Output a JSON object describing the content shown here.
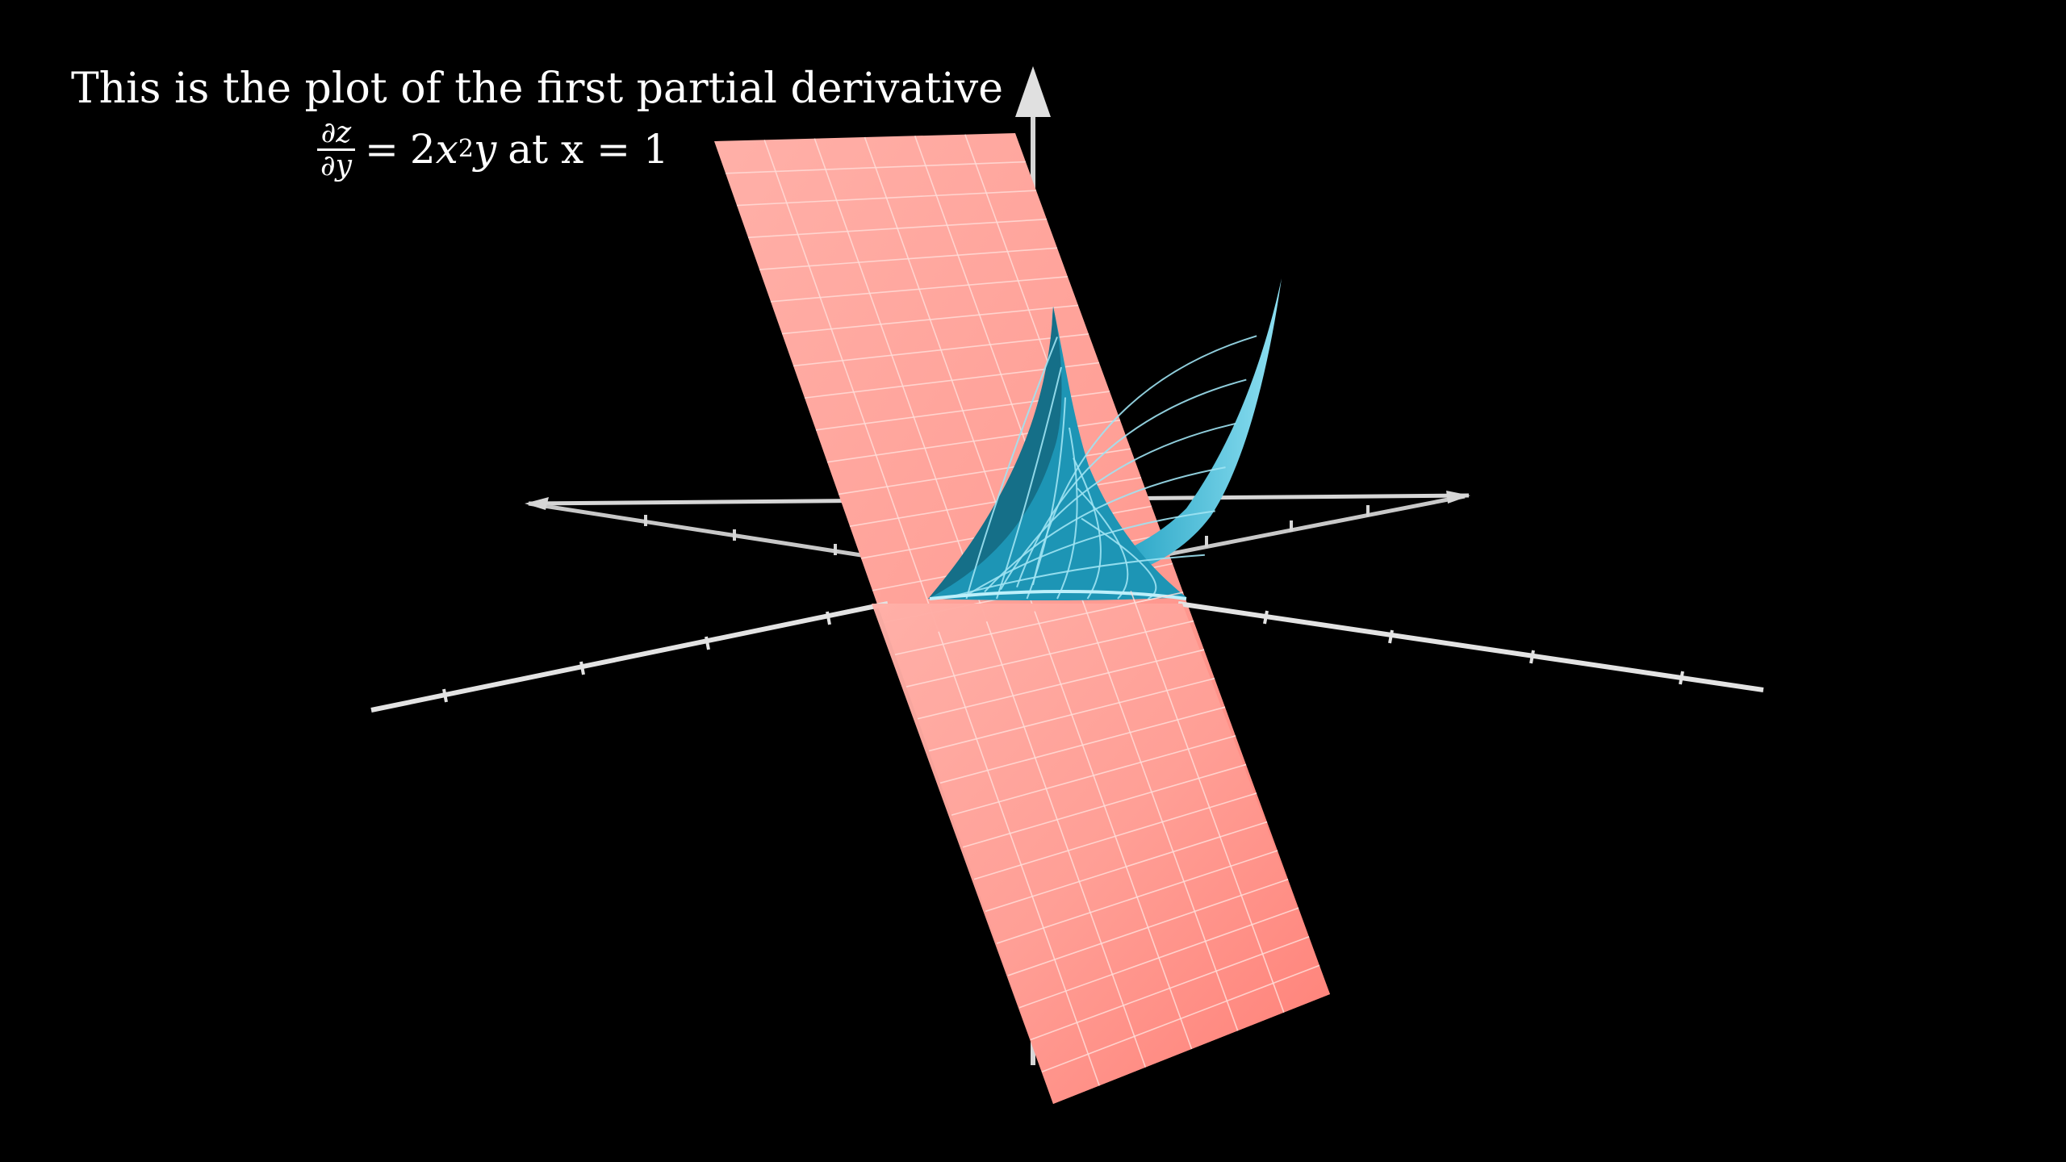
{
  "caption": {
    "line1": "This is the plot of the first partial derivative",
    "frac_num": "∂z",
    "frac_den": "∂y",
    "eq_sign": "=",
    "eq_coef": "2",
    "eq_x": "x",
    "eq_exp": "2",
    "eq_y": "y",
    "suffix": "at x = 1"
  },
  "colors": {
    "background": "#000000",
    "axis": "#d9d9d9",
    "plane": "#ff9a91",
    "plane_grid": "#ffe3df",
    "surface": "#29abc8",
    "surface_dark": "#136a80",
    "surface_grid": "#a6e8f5"
  }
}
